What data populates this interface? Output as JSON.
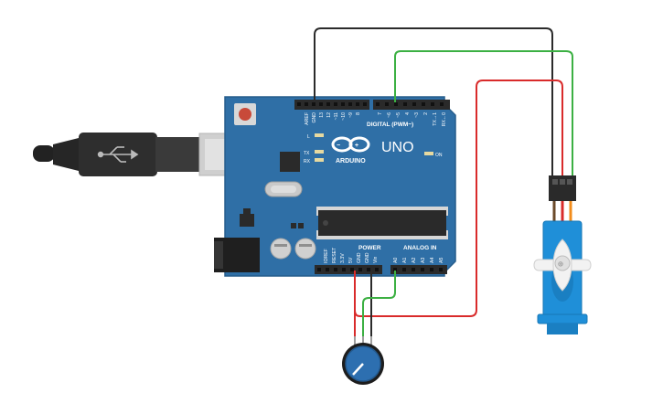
{
  "board": {
    "brand": "ARDUINO",
    "model": "UNO",
    "digital_label": "DIGITAL (PWM~)",
    "power_label": "POWER",
    "analog_label": "ANALOG IN",
    "on_label": "ON",
    "led_l": "L",
    "led_tx": "TX",
    "led_rx": "RX",
    "digital_pins": [
      "AREF",
      "GND",
      "13",
      "12",
      "~11",
      "~10",
      "~9",
      "8",
      "7",
      "~6",
      "~5",
      "4",
      "~3",
      "2",
      "TX→1",
      "RX←0"
    ],
    "power_pins": [
      "IOREF",
      "RESET",
      "3.3V",
      "5V",
      "GND",
      "GND",
      "Vin"
    ],
    "analog_pins": [
      "A0",
      "A1",
      "A2",
      "A3",
      "A4",
      "A5"
    ]
  },
  "colors": {
    "board": "#2f6fa6",
    "board_edge": "#265d8c",
    "header": "#2a2a2a",
    "wire_black": "#2b2b2b",
    "wire_green": "#3cb043",
    "wire_red": "#d92b2b",
    "servo": "#1f8fd8",
    "pot": "#2d6fb0"
  },
  "components": {
    "usb": "usb-plug-icon",
    "servo": "micro-servo",
    "potentiometer": "rotary-potentiometer"
  }
}
